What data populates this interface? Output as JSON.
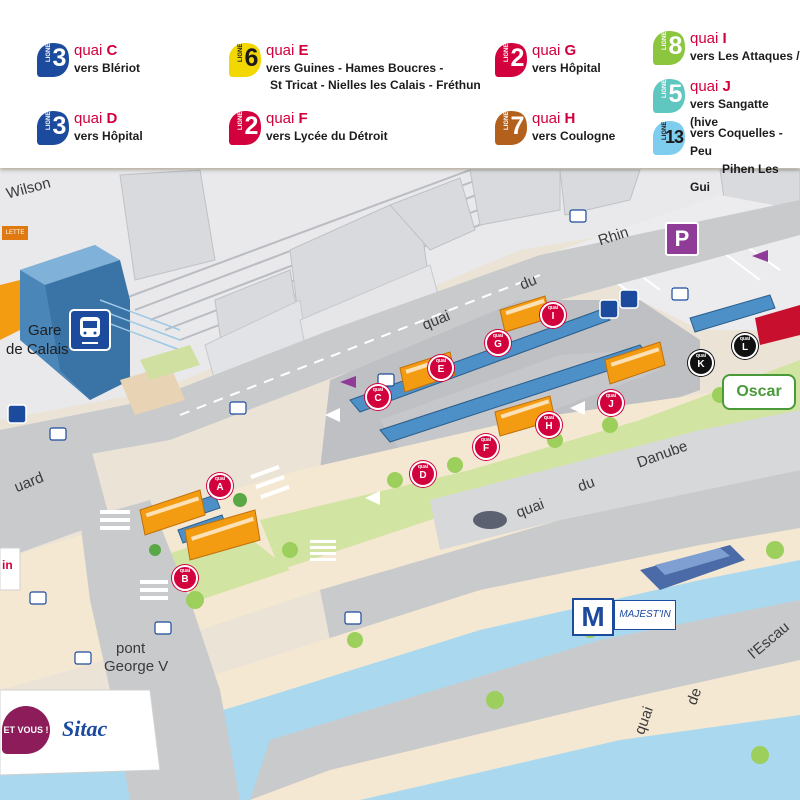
{
  "legend": [
    {
      "ligne": "LIGNE",
      "num": "3",
      "color": "#1c4a9c",
      "quai": "quai",
      "letter": "C",
      "dir": [
        "vers Blériot"
      ]
    },
    {
      "ligne": "LIGNE",
      "num": "3",
      "color": "#1c4a9c",
      "quai": "quai",
      "letter": "D",
      "dir": [
        "vers Hôpital"
      ]
    },
    {
      "ligne": "LIGNE",
      "num": "6",
      "color": "#f2d700",
      "quai": "quai",
      "letter": "E",
      "dir": [
        "vers Guines - Hames Boucres -",
        "St Tricat - Nielles les Calais - Fréthun"
      ]
    },
    {
      "ligne": "LIGNE",
      "num": "2",
      "color": "#d2003c",
      "quai": "quai",
      "letter": "F",
      "dir": [
        "vers Lycée du Détroit"
      ]
    },
    {
      "ligne": "LIGNE",
      "num": "2",
      "color": "#d2003c",
      "quai": "quai",
      "letter": "G",
      "dir": [
        "vers Hôpital"
      ]
    },
    {
      "ligne": "LIGNE",
      "num": "7",
      "color": "#b2601c",
      "quai": "quai",
      "letter": "H",
      "dir": [
        "vers Coulogne"
      ]
    },
    {
      "ligne": "LIGNE",
      "num": "8",
      "color": "#8cc63f",
      "quai": "quai",
      "letter": "I",
      "dir": [
        "vers Les Attaques /"
      ]
    },
    {
      "ligne": "LIGNE",
      "num": "5",
      "color": "#5fc6c0",
      "quai": "quai",
      "letter": "J",
      "dir": [
        "vers Sangatte (hive"
      ]
    },
    {
      "ligne": "LIGNE",
      "num": "13",
      "color": "#7fcdee",
      "quai": "",
      "letter": "",
      "dir": [
        "vers Coquelles - Peu",
        "Pihen Les Gui"
      ]
    }
  ],
  "streets": {
    "wilson": "Wilson",
    "rhin": "Rhin",
    "quai_du_1": "quai",
    "quai_du_2": "du",
    "danube_1": "quai",
    "danube_2": "du",
    "danube_3": "Danube",
    "boulevard": "uard",
    "pont": "pont",
    "george": "George V",
    "escaut_1": "quai",
    "escaut_2": "de",
    "escaut_3": "l'Escau",
    "gare_1": "Gare",
    "gare_2": "de Calais"
  },
  "stops": [
    {
      "q": "quai",
      "l": "A"
    },
    {
      "q": "quai",
      "l": "B"
    },
    {
      "q": "quai",
      "l": "C"
    },
    {
      "q": "quai",
      "l": "D"
    },
    {
      "q": "quai",
      "l": "E"
    },
    {
      "q": "quai",
      "l": "F"
    },
    {
      "q": "quai",
      "l": "G"
    },
    {
      "q": "quai",
      "l": "H"
    },
    {
      "q": "quai",
      "l": "I"
    },
    {
      "q": "quai",
      "l": "J"
    },
    {
      "q": "quai",
      "l": "K"
    },
    {
      "q": "quai",
      "l": "L"
    }
  ],
  "brands": {
    "oscar": "Oscar",
    "majestin": "MAJEST'IN",
    "metro": "M",
    "parking": "P",
    "lette": "LETTE",
    "etvous": "ET VOUS !",
    "sitac": "Sitac",
    "pin_partial": "in"
  },
  "colors": {
    "road": "#c9cacc",
    "sidewalk": "#f5e8d2",
    "grass": "#d2e4a2",
    "water": "#aad9ef",
    "building": "#dcdde0",
    "accent": "#d2003c",
    "bus": "#f39c12"
  }
}
